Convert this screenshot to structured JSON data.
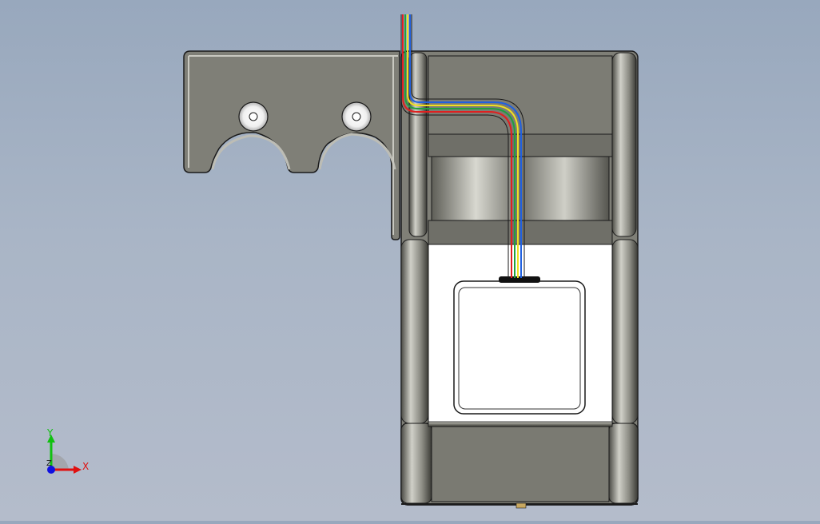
{
  "viewport": {
    "background_top": "#98a8bd",
    "background_bottom": "#b4bccb"
  },
  "model": {
    "body_color": "#7f7f77",
    "edge_color": "#1a1a1a",
    "highlight_color": "#c8c8c0",
    "white_face": "#ffffff",
    "wire_colors": [
      "#e02020",
      "#20a040",
      "#f0e020",
      "#2060e0"
    ]
  },
  "triad": {
    "x_label": "X",
    "y_label": "Y",
    "z_label": "Z",
    "x_color": "#e01010",
    "y_color": "#10c010",
    "z_color": "#1010e0"
  }
}
